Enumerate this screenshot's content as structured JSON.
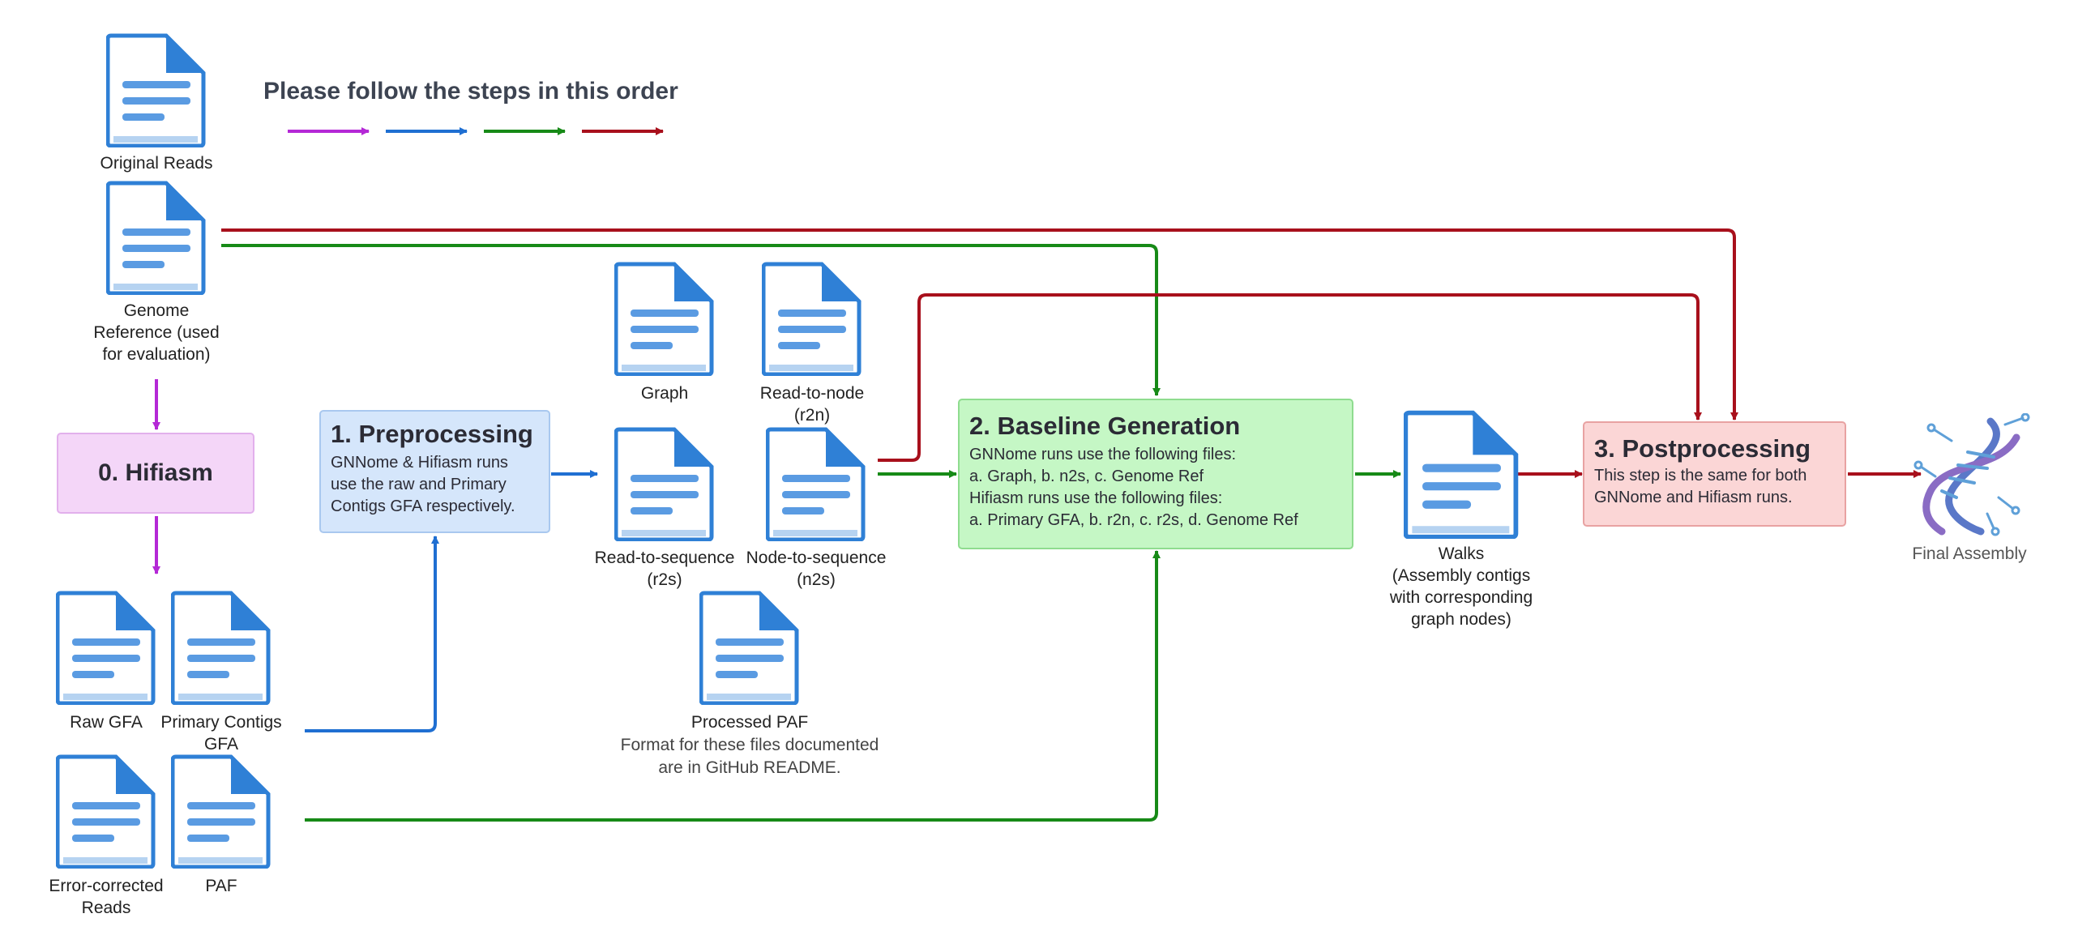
{
  "legend": {
    "title": "Please follow the steps in this order",
    "arrow_colors": [
      "#b428d6",
      "#1f6fd2",
      "#178a17",
      "#a8101c"
    ]
  },
  "files": {
    "original_reads": "Original Reads",
    "genome_reference": [
      "Genome",
      "Reference (used",
      "for evaluation)"
    ],
    "raw_gfa": "Raw GFA",
    "primary_contigs_gfa": [
      "Primary Contigs",
      "GFA"
    ],
    "error_corrected_reads": [
      "Error-corrected",
      "Reads"
    ],
    "paf": "PAF",
    "graph": "Graph",
    "read_to_node": [
      "Read-to-node",
      "(r2n)"
    ],
    "read_to_sequence": [
      "Read-to-sequence",
      "(r2s)"
    ],
    "node_to_sequence": [
      "Node-to-sequence",
      "(n2s)"
    ],
    "processed_paf": "Processed PAF",
    "walks": [
      "Walks",
      "(Assembly contigs",
      "with corresponding",
      "graph nodes)"
    ]
  },
  "note": [
    "Format for these files documented",
    "are in GitHub README."
  ],
  "steps": {
    "hifiasm": {
      "title": "0. Hifiasm"
    },
    "preprocessing": {
      "title": "1. Preprocessing",
      "body": [
        "GNNome & Hifiasm runs",
        "use the raw and Primary",
        "Contigs GFA respectively."
      ]
    },
    "baseline": {
      "title": "2. Baseline Generation",
      "body": [
        "GNNome runs use the following files:",
        "a. Graph, b. n2s, c. Genome Ref",
        "Hifiasm runs use the following files:",
        "a. Primary GFA, b. r2n, c. r2s, d. Genome Ref"
      ]
    },
    "postprocessing": {
      "title": "3. Postprocessing",
      "body": [
        "This step is the same for both",
        "GNNome and Hifiasm runs."
      ]
    }
  },
  "final_assembly": {
    "label": "Final Assembly",
    "icon": "dna-icon"
  },
  "colors": {
    "file_icon": "#2f80d6",
    "file_icon_light": "#ffffff",
    "hifiasm_bg": "#f4d6f8",
    "preprocessing_bg": "#d5e6fb",
    "baseline_bg": "#c5f7c5",
    "postprocessing_bg": "#fbd6d6"
  }
}
